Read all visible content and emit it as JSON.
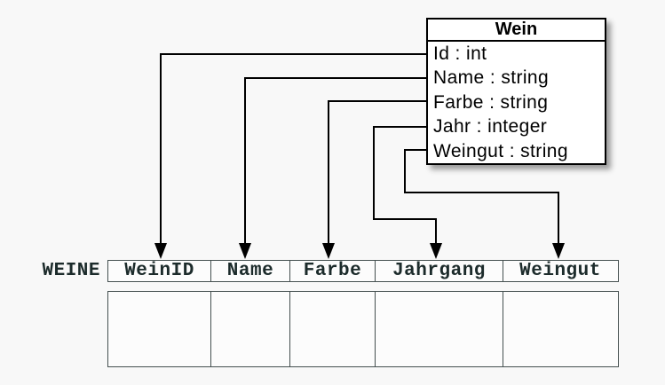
{
  "diagram": {
    "class_box": {
      "title": "Wein",
      "attributes": [
        "Id : int",
        "Name : string",
        "Farbe : string",
        "Jahr : integer",
        "Weingut : string"
      ]
    },
    "table": {
      "name": "WEINE",
      "columns": [
        "WeinID",
        "Name",
        "Farbe",
        "Jahrgang",
        "Weingut"
      ]
    },
    "mappings": [
      {
        "from": "Id",
        "to": "WeinID"
      },
      {
        "from": "Name",
        "to": "Name"
      },
      {
        "from": "Farbe",
        "to": "Farbe"
      },
      {
        "from": "Jahr",
        "to": "Jahrgang"
      },
      {
        "from": "Weingut",
        "to": "Weingut"
      }
    ],
    "colors": {
      "background": "#f8f8f8",
      "box_fill": "#ffffff",
      "box_border": "#000000",
      "connector": "#000000",
      "table_border": "#455050",
      "table_text": "#1c2b2b",
      "cell_fill": "#fcfcfc"
    }
  }
}
